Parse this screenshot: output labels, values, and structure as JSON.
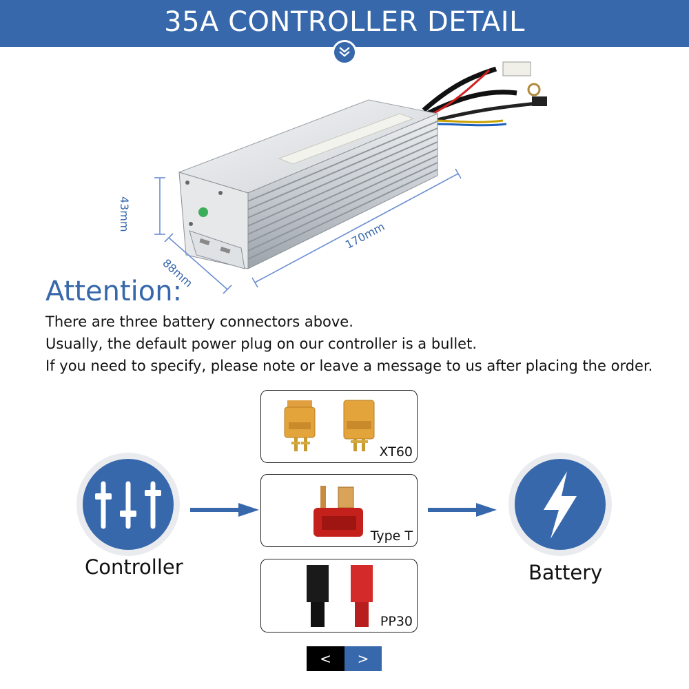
{
  "header": {
    "title": "35A CONTROLLER DETAIL",
    "chevron_icon": "chevron-down-double-icon"
  },
  "product": {
    "dimensions": {
      "height": "43mm",
      "width": "88mm",
      "length": "170mm"
    }
  },
  "attention": {
    "heading": "Attention:",
    "lines": [
      "There are three battery connectors above.",
      "Usually, the default power plug on our controller is a bullet.",
      "If you need to specify, please note or leave a message to us after placing the order."
    ]
  },
  "diagram": {
    "source": {
      "label": "Controller",
      "icon": "sliders-icon"
    },
    "target": {
      "label": "Battery",
      "icon": "lightning-bolt-icon"
    },
    "connectors": [
      {
        "label": "XT60"
      },
      {
        "label": "Type T"
      },
      {
        "label": "PP30"
      }
    ],
    "colors": {
      "accent": "#3668ab"
    }
  },
  "pager": {
    "prev": "<",
    "next": ">"
  }
}
